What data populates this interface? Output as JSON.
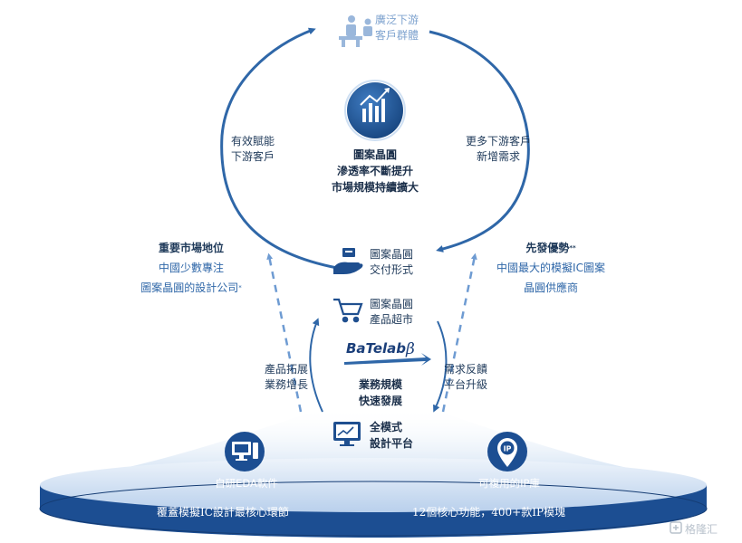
{
  "top": {
    "line1": "廣泛下游",
    "line2": "客戶群體"
  },
  "center": {
    "line1": "圖案晶圓",
    "line2": "滲透率不斷提升",
    "line3": "市場規模持續擴大"
  },
  "left_arc": {
    "line1": "有效賦能",
    "line2": "下游客戶"
  },
  "right_arc": {
    "line1": "更多下游客戶",
    "line2": "新增需求"
  },
  "left_panel": {
    "title": "重要市場地位",
    "line1": "中國少數專注",
    "line2": "圖案晶圓的設計公司",
    "mark": "*"
  },
  "right_panel": {
    "title": "先發優勢",
    "title_mark": "**",
    "line1": "中國最大的模擬IC圖案",
    "line2": "晶圓供應商"
  },
  "item1": {
    "line1": "圖案晶圓",
    "line2": "交付形式"
  },
  "item2": {
    "line1": "圖案晶圓",
    "line2": "產品超市"
  },
  "logo": {
    "text": "BaTelab"
  },
  "left_lower": {
    "line1": "產品拓展",
    "line2": "業務增長"
  },
  "right_lower": {
    "line1": "需求反饋",
    "line2": "平台升級"
  },
  "middle": {
    "line1": "業務規模",
    "line2": "快速發展"
  },
  "platform": {
    "line1": "全模式",
    "line2": "設計平台"
  },
  "base": {
    "eda_label": "自研EDA軟件",
    "ip_label": "可複用的IP庫",
    "ip_icon_text": "IP",
    "left_caption": "覆蓋模擬IC設計最核心環節",
    "right_caption": "12個核心功能，400+款IP模塊"
  },
  "watermark": "格隆汇",
  "colors": {
    "primary": "#2f67a8",
    "dark": "#1b3f7a",
    "base": "#1c4e92",
    "light": "#dce8f6"
  }
}
